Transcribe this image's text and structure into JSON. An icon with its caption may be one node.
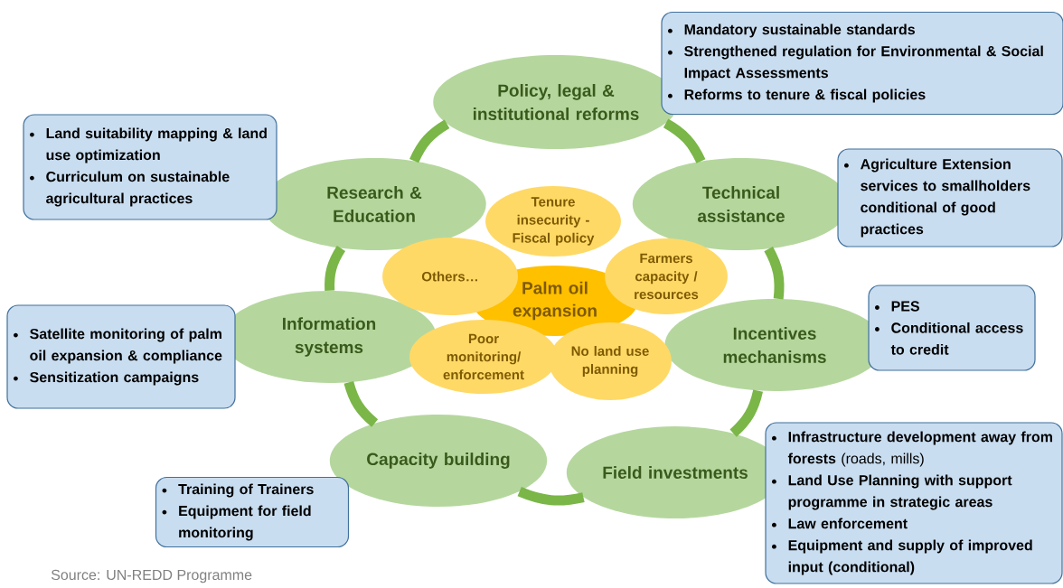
{
  "diagram": {
    "nodes": [
      {
        "text": [
          "Policy, legal & institutional reforms"
        ]
      },
      {
        "text": [
          "Research & Education"
        ]
      },
      {
        "text": [
          "Technical assistance"
        ]
      },
      {
        "text": [
          "Information systems"
        ]
      },
      {
        "text": [
          "Incentives mechanisms"
        ]
      },
      {
        "text": [
          "Capacity building"
        ]
      },
      {
        "text": [
          "Field investments"
        ]
      },
      {
        "text": [
          "Palm oil expansion"
        ]
      },
      {
        "text": [
          "Tenure insecurity - Fiscal policy"
        ]
      },
      {
        "text": [
          "Others…"
        ]
      },
      {
        "text": [
          "Farmers capacity / resources"
        ]
      },
      {
        "text": [
          "Poor monitoring/ enforcement"
        ]
      },
      {
        "text": [
          "No land use planning"
        ]
      },
      {
        "text": [
          "Mandatory sustainable standards",
          "Strengthened regulation for Environmental & Social Impact Assessments",
          "Reforms to tenure & fiscal policies"
        ]
      },
      {
        "text": [
          "Land suitability mapping & land use optimization",
          "Curriculum on sustainable agricultural practices"
        ]
      },
      {
        "text": [
          "Agriculture Extension services to smallholders conditional of good practices"
        ]
      },
      {
        "text": [
          "Satellite monitoring of palm oil expansion & compliance",
          "Sensitization campaigns"
        ]
      },
      {
        "text": [
          "PES",
          "Conditional access to credit"
        ]
      },
      {
        "text": [
          "Training of Trainers",
          "Equipment for field monitoring"
        ]
      },
      {
        "text": [
          "**Infrastructure development away from forests** (roads, mills)",
          "Land Use Planning with support programme in strategic areas",
          "Law enforcement",
          "Equipment and supply of improved input (conditional)"
        ]
      }
    ],
    "edges": [
      {
        "from": 0,
        "to": 2,
        "arrow": "none"
      },
      {
        "from": 2,
        "to": 4,
        "arrow": "none"
      },
      {
        "from": 4,
        "to": 6,
        "arrow": "none"
      },
      {
        "from": 6,
        "to": 5,
        "arrow": "none"
      },
      {
        "from": 5,
        "to": 3,
        "arrow": "none"
      },
      {
        "from": 3,
        "to": 1,
        "arrow": "none"
      },
      {
        "from": 1,
        "to": 0,
        "arrow": "none"
      }
    ],
    "labels": [
      "Source: UN-REDD Programme"
    ]
  }
}
